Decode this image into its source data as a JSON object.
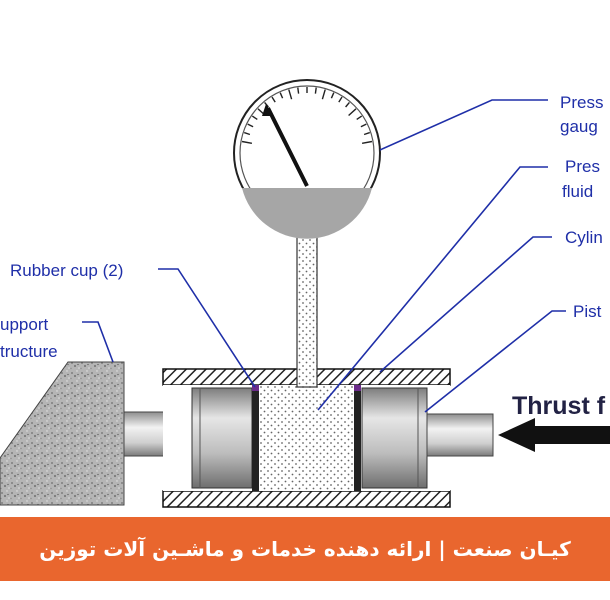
{
  "labels": {
    "pressure_gauge_line1": "Press",
    "pressure_gauge_line2": "gaug",
    "pressure_fluid_line1": "Pres",
    "pressure_fluid_line2": "fluid",
    "cylinder": "Cylin",
    "piston": "Pist",
    "rubber_cup": "Rubber cup  (2)",
    "support_line1": "upport",
    "support_line2": "tructure",
    "thrust": "Thrust f"
  },
  "banner": {
    "text": "کیـان صنعت | ارائه دهنده خدمات و ماشـین آلات توزین"
  },
  "colors": {
    "label_blue": "#1f2fa8",
    "banner_orange": "#e9662e",
    "gauge_fluid": "#a6a6a6"
  }
}
